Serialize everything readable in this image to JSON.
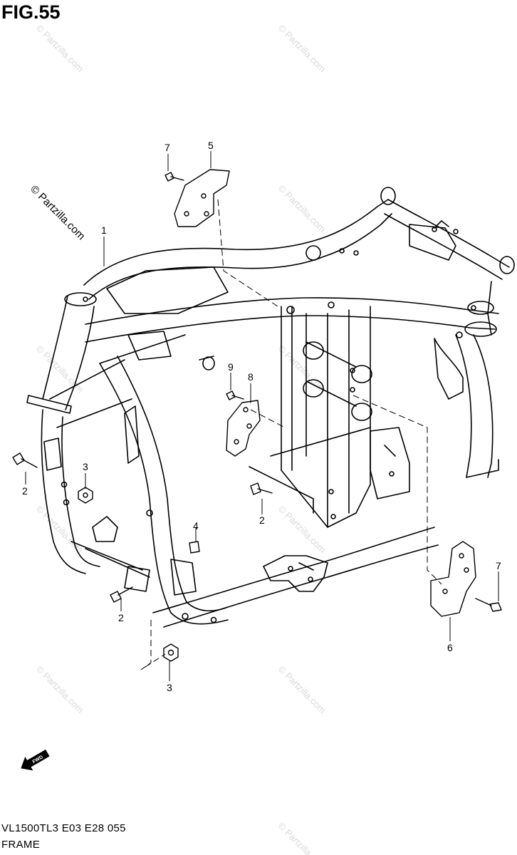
{
  "figure": {
    "title": "FIG.55"
  },
  "watermark": {
    "text": "© Partzilla.com"
  },
  "callouts": {
    "c1": "1",
    "c2a": "2",
    "c2b": "2",
    "c2c": "2",
    "c3a": "3",
    "c3b": "3",
    "c4": "4",
    "c5": "5",
    "c6": "6",
    "c7a": "7",
    "c7b": "7",
    "c8": "8",
    "c9": "9"
  },
  "fwd_label": "FWD",
  "footer": {
    "model_code": "VL1500TL3  E03  E28  055",
    "section_name": "FRAME"
  }
}
